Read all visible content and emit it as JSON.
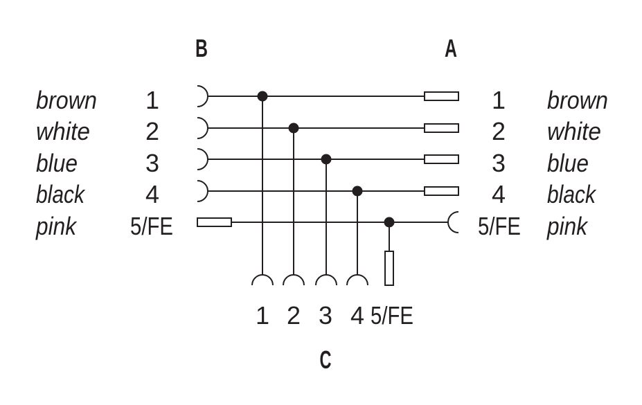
{
  "connectors": {
    "left": "B",
    "right": "A",
    "bottom": "C"
  },
  "left_rows": [
    {
      "color": "brown",
      "pin": "1"
    },
    {
      "color": "white",
      "pin": "2"
    },
    {
      "color": "blue",
      "pin": "3"
    },
    {
      "color": "black",
      "pin": "4"
    },
    {
      "color": "pink",
      "pin": "5/FE"
    }
  ],
  "right_rows": [
    {
      "color": "brown",
      "pin": "1"
    },
    {
      "color": "white",
      "pin": "2"
    },
    {
      "color": "blue",
      "pin": "3"
    },
    {
      "color": "black",
      "pin": "4"
    },
    {
      "color": "pink",
      "pin": "5/FE"
    }
  ],
  "bottom_pins": [
    "1",
    "2",
    "3",
    "4",
    "5/FE"
  ]
}
